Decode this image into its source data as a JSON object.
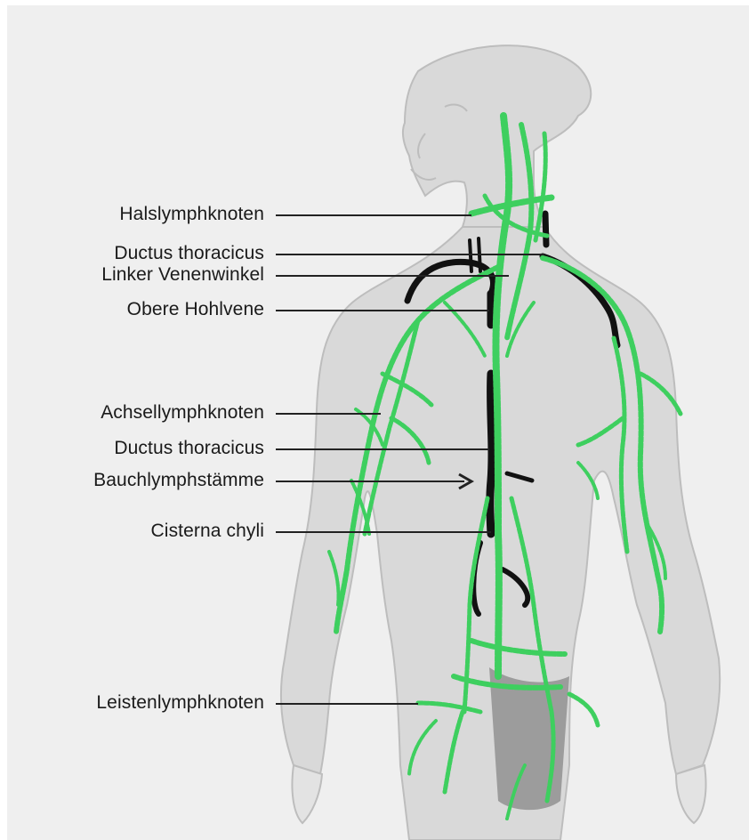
{
  "diagram": {
    "labels": [
      {
        "id": "halslymphknoten",
        "text": "Halslymphknoten"
      },
      {
        "id": "ductus-thoracicus-upper",
        "text": "Ductus thoracicus"
      },
      {
        "id": "linker-venenwinkel",
        "text": "Linker Venenwinkel"
      },
      {
        "id": "obere-hohlvene",
        "text": "Obere Hohlvene"
      },
      {
        "id": "achsellymphknoten",
        "text": "Achsellymphknoten"
      },
      {
        "id": "ductus-thoracicus-lower",
        "text": "Ductus thoracicus"
      },
      {
        "id": "bauchlymphstaemme",
        "text": "Bauchlymphstämme"
      },
      {
        "id": "cisterna-chyli",
        "text": "Cisterna chyli"
      },
      {
        "id": "leistenlymphknoten",
        "text": "Leistenlymphknoten"
      }
    ]
  },
  "colors": {
    "background": "#efefef",
    "body_silhouette": "#d6d6d6",
    "body_outline": "#b8b8b8",
    "lymph_vessels": "#3ecf5f",
    "veins": "#111111",
    "leader_lines": "#222222"
  }
}
